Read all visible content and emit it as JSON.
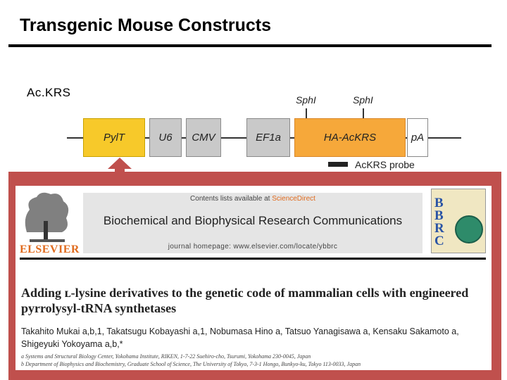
{
  "slide": {
    "title": "Transgenic Mouse Constructs",
    "construct_label": "Ac.KRS"
  },
  "construct": {
    "segments": [
      "PylT",
      "U6",
      "CMV",
      "EF1a",
      "HA-AcKRS",
      "pA"
    ],
    "sites": [
      "SphI",
      "SphI"
    ],
    "probe_label": "AcKRS probe"
  },
  "paper": {
    "publisher_logo_text": "ELSEVIER",
    "contents_prefix": "Contents lists available at",
    "contents_link": "ScienceDirect",
    "journal_name": "Biochemical and Biophysical Research Communications",
    "homepage": "journal homepage: www.elsevier.com/locate/ybbrc",
    "cover_letters": "BBRC",
    "article_title": "Adding ʟ-lysine derivatives to the genetic code of mammalian cells with engineered pyrrolysyl-tRNA synthetases",
    "authors_line1": "Takahito Mukai a,b,1, Takatsugu Kobayashi a,1, Nobumasa Hino a, Tatsuo Yanagisawa a, Kensaku Sakamoto a,",
    "authors_line2": "Shigeyuki Yokoyama a,b,*",
    "affiliation_a": "a Systems and Structural Biology Center, Yokohama Institute, RIKEN, 1-7-22 Suehiro-cho, Tsurumi, Yokohama 230-0045, Japan",
    "affiliation_b": "b Department of Biophysics and Biochemistry, Graduate School of Science, The University of Tokyo, 7-3-1 Hongo, Bunkyo-ku, Tokyo 113-0033, Japan"
  },
  "colors": {
    "overlay": "#c0504d",
    "pylt": "#f7c92a",
    "acKRS": "#f6a83a",
    "elsevier_orange": "#e06b1e"
  }
}
